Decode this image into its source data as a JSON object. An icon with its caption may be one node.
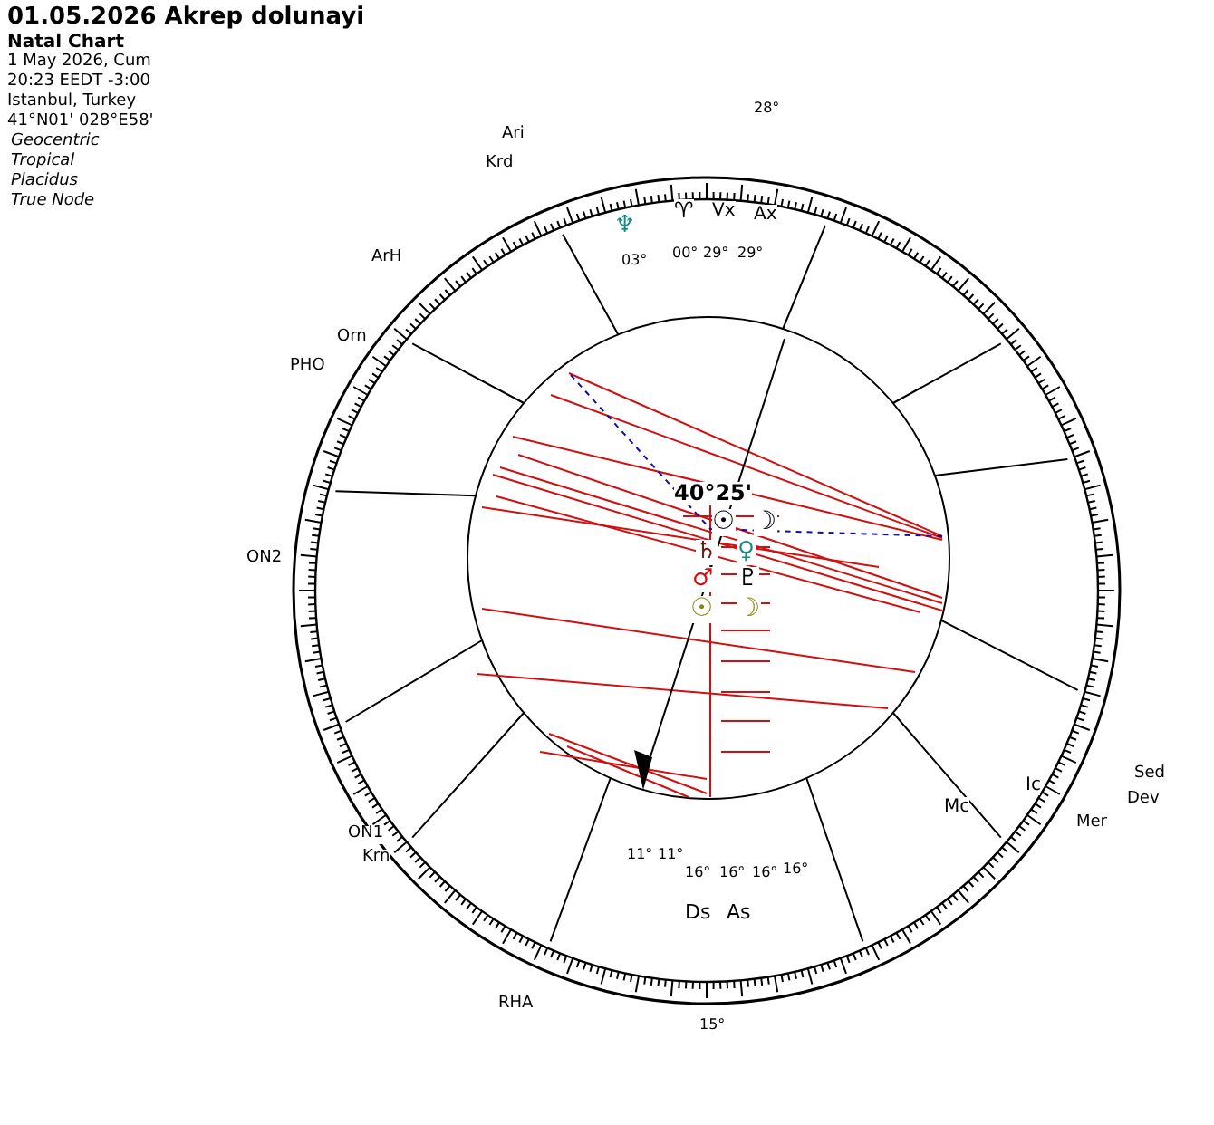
{
  "diagram": {
    "title": "01.05.2026 Akrep dolunayi",
    "labels": [
      "Natal Chart",
      "1 May 2026, Cum",
      "20:23 EEDT -3:00",
      "Istanbul, Turkey",
      "41°N01' 028°E58'",
      "Geocentric",
      "Tropical",
      "Placidus",
      "True Node",
      "40°25'",
      "♆",
      "♈",
      "Vx",
      "Ax",
      "03°",
      "00°",
      "29°",
      "29°",
      "Ari",
      "Krd",
      "ArH",
      "Orn",
      "PHO",
      "ON2",
      "ON1",
      "Krn",
      "RHA",
      "Ds",
      "As",
      "11°",
      "11°",
      "16°",
      "16°",
      "16°",
      "16°",
      "15°",
      "Mc",
      "Ic",
      "Sed",
      "Dev",
      "Mer",
      "28°",
      "☉",
      "☽",
      "♄",
      "♂",
      "☉",
      "♀",
      "♇",
      "☽"
    ]
  }
}
